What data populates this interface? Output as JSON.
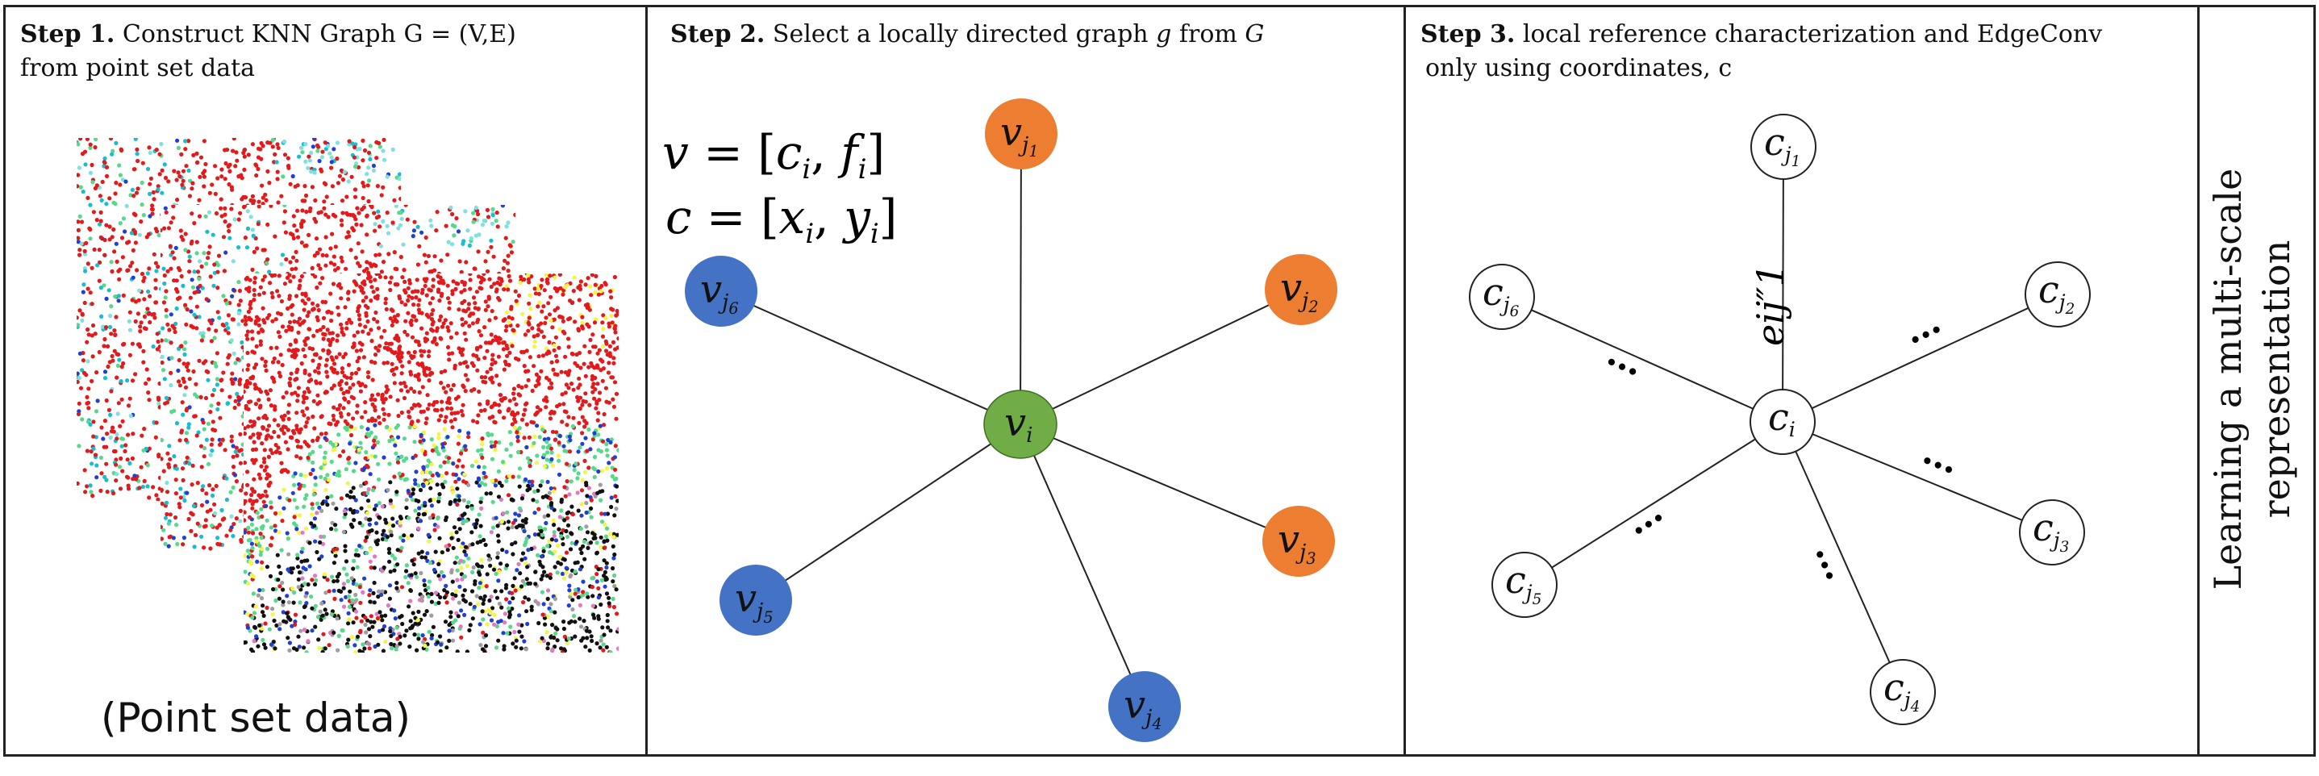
{
  "step1": {
    "step_label": "Step 1.",
    "title_line1": "Construct KNN Graph G = (V,E)",
    "title_line2": "from point set data",
    "caption": "(Point set data)"
  },
  "step2": {
    "step_label": "Step 2.",
    "title_rest": "Select a locally directed graph",
    "title_g": "g",
    "title_from": "from",
    "title_G": "G",
    "eq1": "v =  [ci, fi]",
    "eq2": "c = [xi, yi]",
    "center": {
      "label": "v",
      "sub": "i",
      "color": "#70ad47"
    },
    "nodes": [
      {
        "id": "j1",
        "label": "v",
        "sub": "j",
        "subsub": "1",
        "color": "#ed7d31"
      },
      {
        "id": "j2",
        "label": "v",
        "sub": "j",
        "subsub": "2",
        "color": "#ed7d31"
      },
      {
        "id": "j3",
        "label": "v",
        "sub": "j",
        "subsub": "3",
        "color": "#ed7d31"
      },
      {
        "id": "j4",
        "label": "v",
        "sub": "j",
        "subsub": "4",
        "color": "#4472c4"
      },
      {
        "id": "j5",
        "label": "v",
        "sub": "j",
        "subsub": "5",
        "color": "#4472c4"
      },
      {
        "id": "j6",
        "label": "v",
        "sub": "j",
        "subsub": "6",
        "color": "#4472c4"
      }
    ]
  },
  "step3": {
    "step_label": "Step 3.",
    "title_line1": "local reference characterization and EdgeConv",
    "title_line2": "only using coordinates, c",
    "center": {
      "label": "c",
      "sub": "i"
    },
    "nodes": [
      {
        "id": "j1",
        "label": "c",
        "sub": "j",
        "subsub": "1"
      },
      {
        "id": "j2",
        "label": "c",
        "sub": "j",
        "subsub": "2"
      },
      {
        "id": "j3",
        "label": "c",
        "sub": "j",
        "subsub": "3"
      },
      {
        "id": "j4",
        "label": "c",
        "sub": "j",
        "subsub": "4"
      },
      {
        "id": "j5",
        "label": "c",
        "sub": "j",
        "subsub": "5"
      },
      {
        "id": "j6",
        "label": "c",
        "sub": "j",
        "subsub": "6"
      }
    ],
    "edge_label": "eij″1",
    "ellipsis": "…"
  },
  "side": {
    "line1": "Learning a multi-scale",
    "line2": "representation"
  }
}
